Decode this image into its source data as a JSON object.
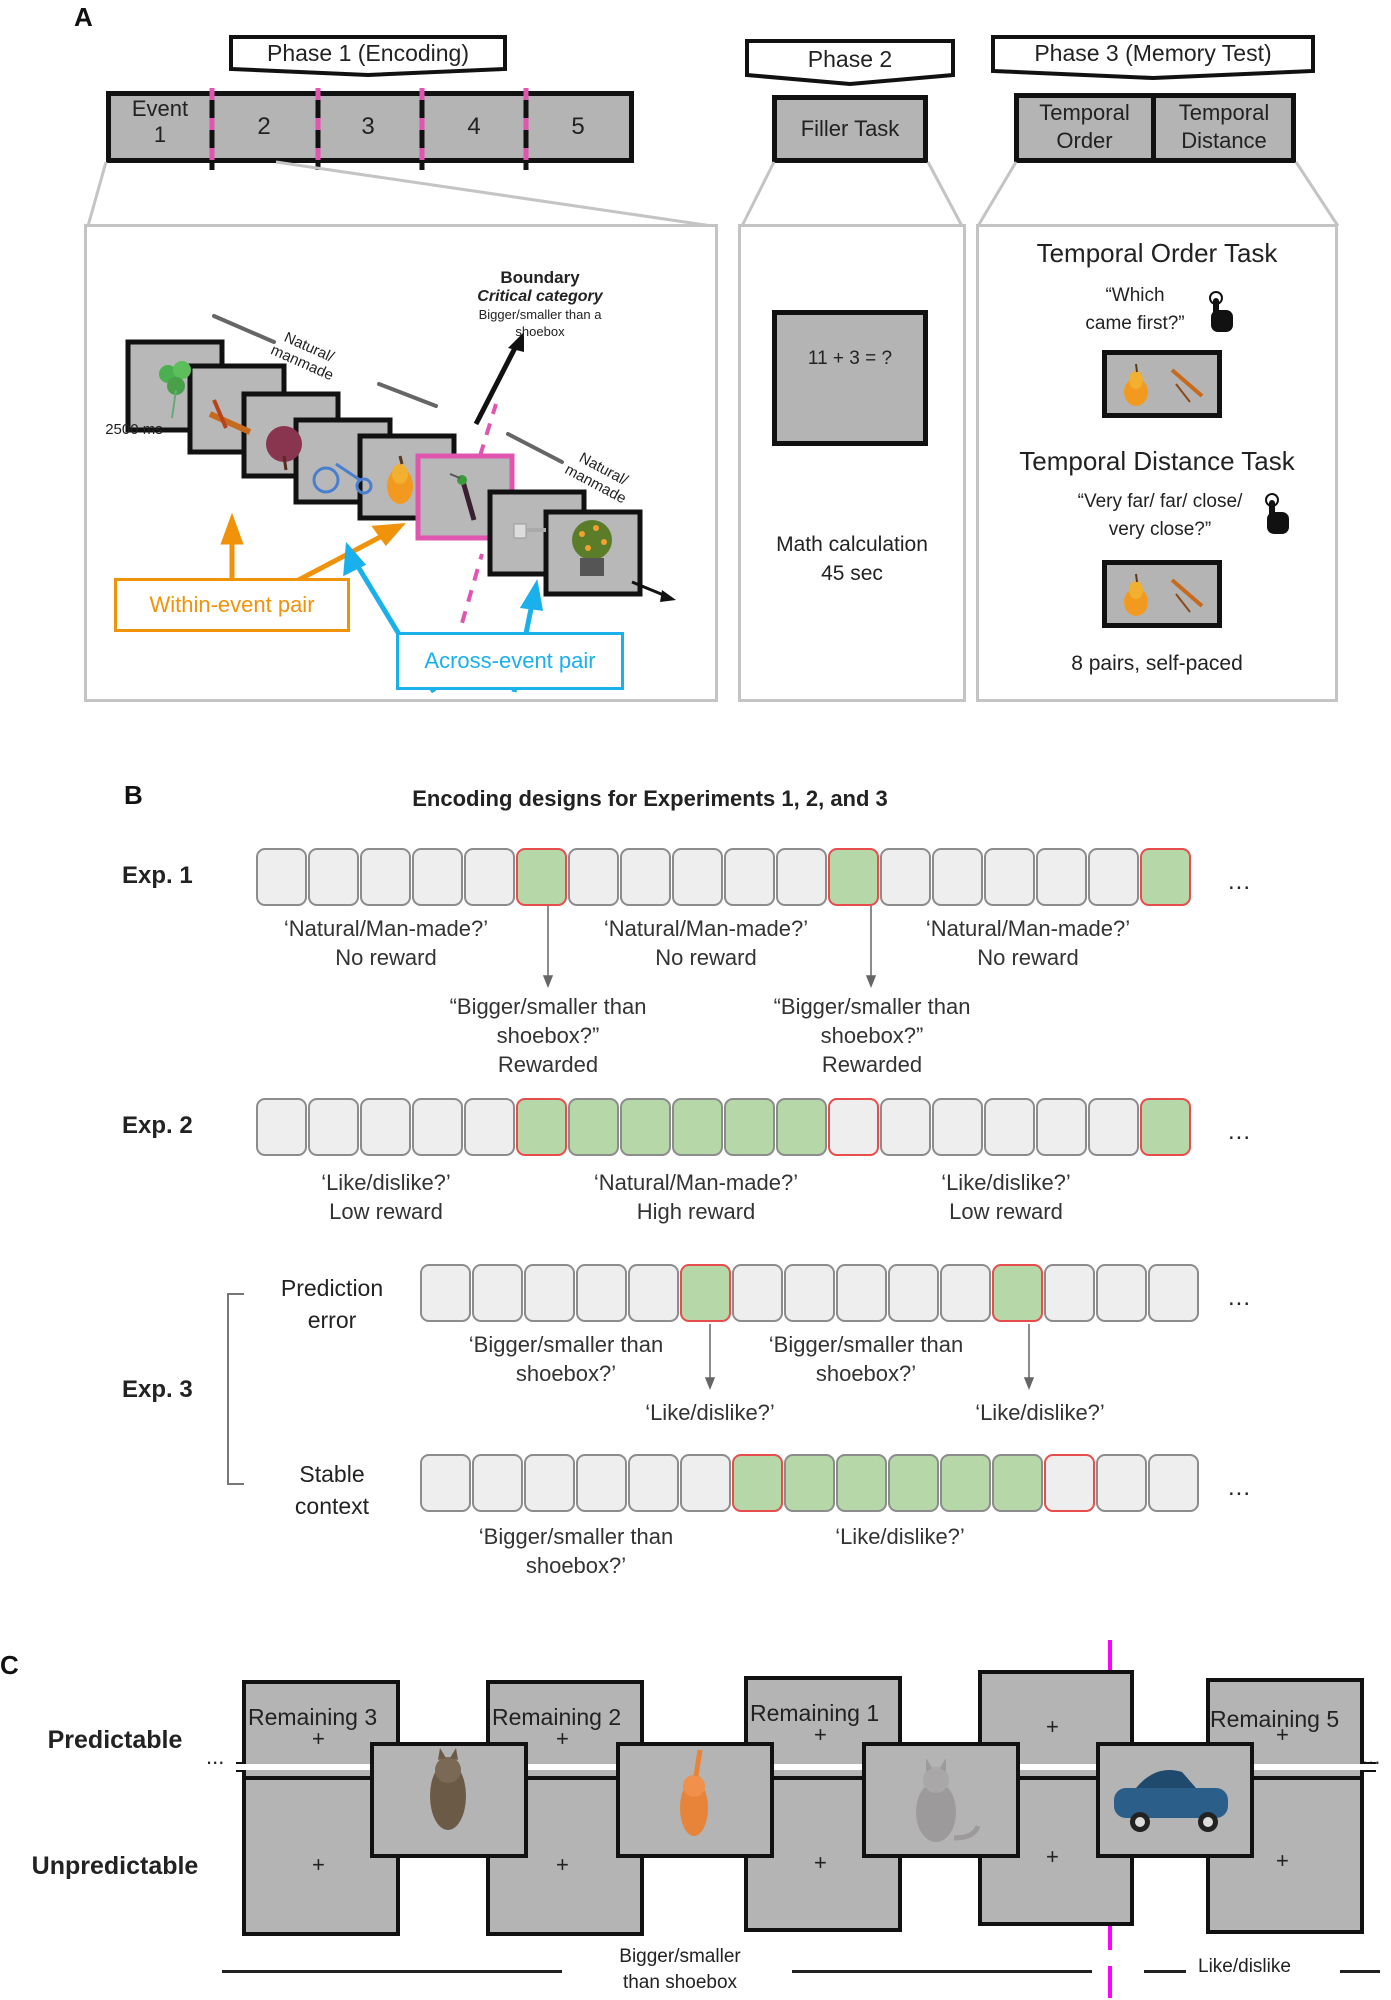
{
  "panel_a": {
    "label": "A",
    "phase1": {
      "title": "Phase 1 (Encoding)",
      "events": [
        "Event\n1",
        "2",
        "3",
        "4",
        "5"
      ],
      "event1_line1": "Event",
      "event1_line2": "1",
      "event_numbers": [
        "2",
        "3",
        "4",
        "5"
      ],
      "stimulus_duration": "2500 ms",
      "segment_label_1_line1": "Natural/",
      "segment_label_1_line2": "manmade",
      "segment_label_2_line1": "Natural/",
      "segment_label_2_line2": "manmade",
      "boundary_title": "Boundary",
      "boundary_subtitle": "Critical category",
      "boundary_desc_line1": "Bigger/smaller than a",
      "boundary_desc_line2": "shoebox",
      "stimuli": [
        "clover",
        "deck-chair",
        "tree",
        "tricycle",
        "pear",
        "hummingbird",
        "bottle-opener",
        "potted-flowers"
      ],
      "within_event_label": "Within-event pair",
      "across_event_label": "Across-event pair"
    },
    "phase2": {
      "title": "Phase 2",
      "task": "Filler Task",
      "problem": "11 + 3 = ?",
      "desc_line1": "Math calculation",
      "desc_line2": "45 sec"
    },
    "phase3": {
      "title": "Phase 3 (Memory Test)",
      "task1_line1": "Temporal",
      "task1_line2": "Order",
      "task2_line1": "Temporal",
      "task2_line2": "Distance",
      "order_task_title": "Temporal Order Task",
      "order_q_line1": "“Which",
      "order_q_line2": "came first?”",
      "distance_task_title": "Temporal Distance Task",
      "distance_q_line1": "“Very far/ far/ close/",
      "distance_q_line2": "very close?”",
      "footer": "8 pairs, self-paced"
    },
    "colors": {
      "boundary": "#e055b0",
      "within": "#f0920a",
      "across": "#1ab0ec"
    }
  },
  "panel_b": {
    "label": "B",
    "title": "Encoding designs for Experiments 1, 2, and 3",
    "ellipsis": "...",
    "exp1": {
      "label": "Exp. 1",
      "cells": [
        0,
        0,
        0,
        0,
        0,
        "gr",
        0,
        0,
        0,
        0,
        0,
        "gr",
        0,
        0,
        0,
        0,
        0,
        "gr"
      ],
      "labels": [
        {
          "l1": "‘Natural/Man-made?’",
          "l2": "No reward"
        },
        {
          "l1": "‘Natural/Man-made?’",
          "l2": "No reward"
        },
        {
          "l1": "‘Natural/Man-made?’",
          "l2": "No reward"
        }
      ],
      "arrows": [
        {
          "l1": "“Bigger/smaller than",
          "l2": "shoebox?”",
          "l3": "Rewarded"
        },
        {
          "l1": "“Bigger/smaller than",
          "l2": "shoebox?”",
          "l3": "Rewarded"
        }
      ]
    },
    "exp2": {
      "label": "Exp. 2",
      "cells": [
        0,
        0,
        0,
        0,
        0,
        "gr",
        "g",
        "g",
        "g",
        "g",
        "g",
        "r",
        0,
        0,
        0,
        0,
        0,
        "gr"
      ],
      "labels": [
        {
          "l1": "‘Like/dislike?’",
          "l2": "Low reward"
        },
        {
          "l1": "‘Natural/Man-made?’",
          "l2": "High reward"
        },
        {
          "l1": "‘Like/dislike?’",
          "l2": "Low reward"
        }
      ]
    },
    "exp3": {
      "label": "Exp. 3",
      "prediction_error": {
        "label_line1": "Prediction",
        "label_line2": "error",
        "cells": [
          0,
          0,
          0,
          0,
          0,
          "gr",
          0,
          0,
          0,
          0,
          0,
          "gr",
          0,
          0,
          0
        ],
        "labels": [
          {
            "l1": "‘Bigger/smaller than",
            "l2": "shoebox?’"
          },
          {
            "l1": "‘Bigger/smaller than",
            "l2": "shoebox?’"
          }
        ],
        "arrows": [
          "‘Like/dislike?’",
          "‘Like/dislike?’"
        ]
      },
      "stable_context": {
        "label_line1": "Stable",
        "label_line2": "context",
        "cells": [
          0,
          0,
          0,
          0,
          0,
          0,
          "gr",
          "g",
          "g",
          "g",
          "g",
          "g",
          "r",
          0,
          0
        ],
        "labels": [
          {
            "l1": "‘Bigger/smaller than",
            "l2": "shoebox?’"
          },
          {
            "l1": "‘Like/dislike?’",
            "l2": ""
          }
        ]
      }
    },
    "colors": {
      "cell": "#eeeeee",
      "cell_border": "#8c8c8c",
      "green": "#b6d7a8",
      "red_border": "#e84c4c"
    }
  },
  "panel_c": {
    "label": "C",
    "row_labels": [
      "Predictable",
      "Unpredictable"
    ],
    "ellipsis": "...",
    "cross": "+",
    "countdowns": [
      "Remaining 3",
      "Remaining 2",
      "Remaining 1",
      "",
      "Remaining 5"
    ],
    "stimuli": [
      "tabby-cat",
      "orange-kitten",
      "grey-cat",
      "blue-car"
    ],
    "task1_line1": "Bigger/smaller",
    "task1_line2": "than shoebox",
    "task2": "Like/dislike",
    "boundary_color": "#ff00ff"
  }
}
